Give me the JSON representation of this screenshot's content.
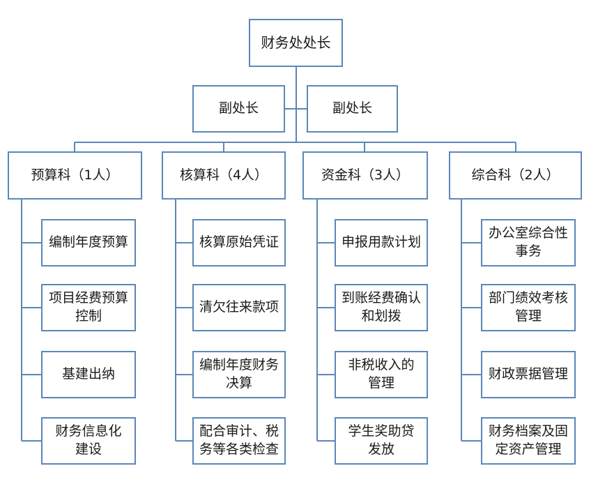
{
  "director": {
    "title": "财务处处长"
  },
  "deputies": [
    {
      "title": "副处长"
    },
    {
      "title": "副处长"
    }
  ],
  "departments": [
    {
      "name": "预算科（1人）",
      "duties": [
        "编制年度预算",
        "项目经费预算\n控制",
        "基建出纳",
        "财务信息化\n建设"
      ]
    },
    {
      "name": "核算科（4人）",
      "duties": [
        "核算原始凭证",
        "清欠往来款项",
        "编制年度财务\n决算",
        "配合审计、税\n务等各类检查"
      ]
    },
    {
      "name": "资金科（3人）",
      "duties": [
        "申报用款计划",
        "到账经费确认\n和划拨",
        "非税收入的\n管理",
        "学生奖助贷\n发放"
      ]
    },
    {
      "name": "综合科（2人）",
      "duties": [
        "办公室综合性\n事务",
        "部门绩效考核\n管理",
        "财政票据管理",
        "财务档案及固\n定资产管理"
      ]
    }
  ]
}
